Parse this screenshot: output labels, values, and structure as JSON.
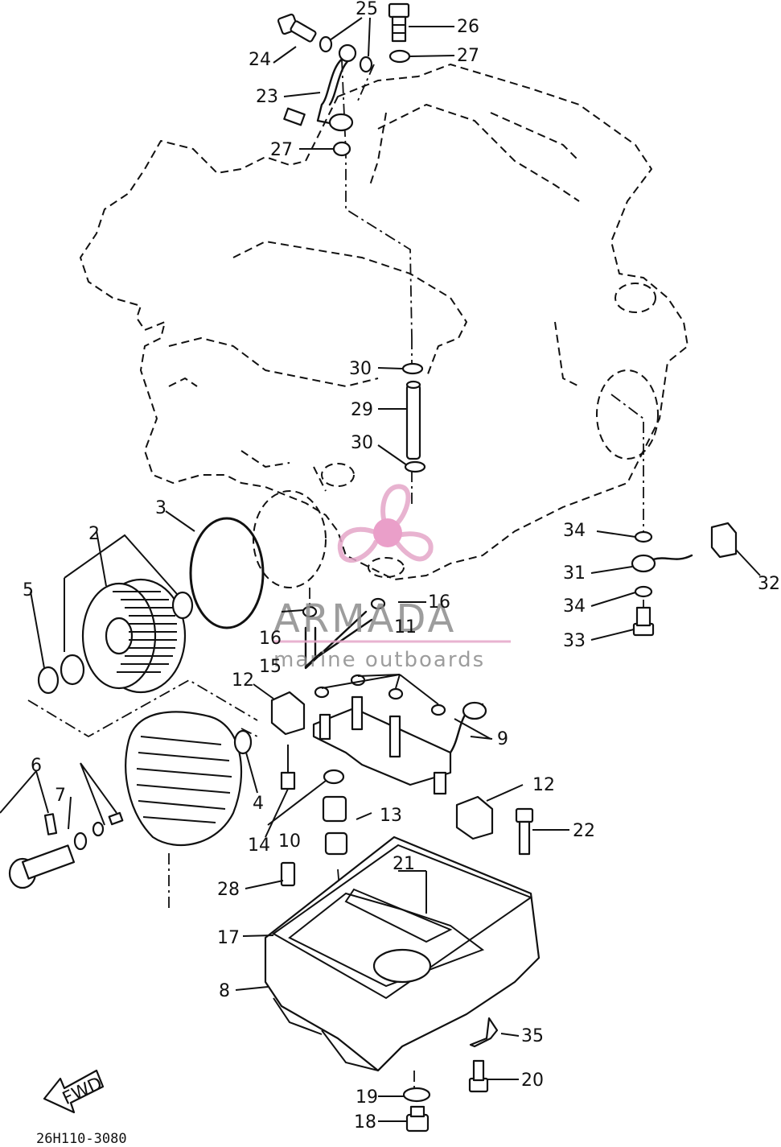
{
  "diagram": {
    "code": "26H110-3080",
    "fwd_label": "FWD",
    "watermark": {
      "brand": "ARMADA",
      "tagline": "marine outboards",
      "logo_color": "#e4a6c8",
      "logo_center": "#e78fc0"
    },
    "part_numbers": {
      "p2": "2",
      "p3": "3",
      "p4": "4",
      "p5": "5",
      "p6": "6",
      "p7": "7",
      "p8": "8",
      "p9": "9",
      "p10": "10",
      "p11": "11",
      "p12a": "12",
      "p12b": "12",
      "p13": "13",
      "p14": "14",
      "p15": "15",
      "p16a": "16",
      "p16b": "16",
      "p17": "17",
      "p18": "18",
      "p19": "19",
      "p20": "20",
      "p21": "21",
      "p22": "22",
      "p23": "23",
      "p24": "24",
      "p25": "25",
      "p26": "26",
      "p27a": "27",
      "p27b": "27",
      "p28": "28",
      "p29": "29",
      "p30a": "30",
      "p30b": "30",
      "p31": "31",
      "p32": "32",
      "p33": "33",
      "p34a": "34",
      "p34b": "34",
      "p35": "35"
    }
  }
}
